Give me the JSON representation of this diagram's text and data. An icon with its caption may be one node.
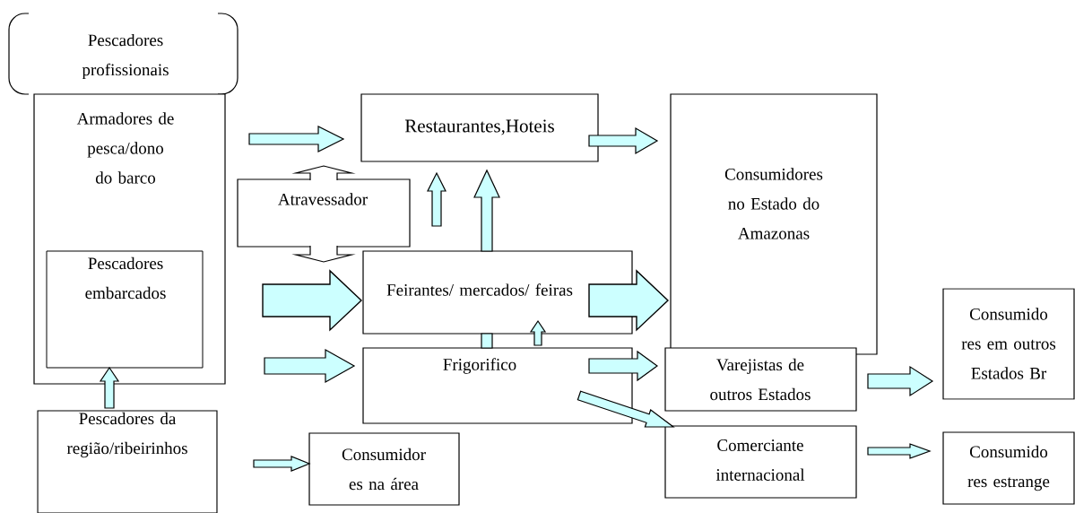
{
  "diagram": {
    "nodes": [
      {
        "text": [
          "Pescadores profissionais"
        ]
      },
      {
        "text": [
          "Armadores de pesca/dono do barco"
        ]
      },
      {
        "text": [
          "Pescadores embarcados"
        ],
        "in": 1
      },
      {
        "text": [
          "Restaurantes,Hoteis"
        ]
      },
      {
        "text": [
          "Consumidores no Estado do Amazonas"
        ]
      },
      {
        "text": [
          "Atravessador"
        ]
      },
      {
        "text": [
          "Feirantes/ mercados/ feiras"
        ]
      },
      {
        "text": [
          "Frigorifico"
        ]
      },
      {
        "text": [
          "Varejistas de outros Estados"
        ]
      },
      {
        "text": [
          "Comerciante internacional"
        ]
      },
      {
        "text": [
          "Consumido res em outros Estados Br"
        ]
      },
      {
        "text": [
          "Consumido res estrange"
        ]
      },
      {
        "text": [
          "Pescadores da região/ribeirinhos"
        ]
      },
      {
        "text": [
          "Consumidor es na área"
        ]
      }
    ],
    "edges": [
      {
        "from": 1,
        "to": 3,
        "arrow": "to"
      },
      {
        "from": 3,
        "to": 4,
        "arrow": "to"
      },
      {
        "from": 6,
        "to": 3,
        "arrow": "to"
      },
      {
        "from": 6,
        "to": 3,
        "arrow": "to"
      },
      {
        "from": 7,
        "to": 6,
        "arrow": "none"
      },
      {
        "from": 1,
        "to": 6,
        "arrow": "to",
        "style": "thick"
      },
      {
        "from": 6,
        "to": 4,
        "arrow": "to",
        "style": "thick"
      },
      {
        "from": 7,
        "to": 6,
        "arrow": "to"
      },
      {
        "from": 1,
        "to": 7,
        "arrow": "to"
      },
      {
        "from": 7,
        "to": 8,
        "arrow": "to"
      },
      {
        "from": 7,
        "to": 9,
        "arrow": "to"
      },
      {
        "from": 8,
        "to": 10,
        "arrow": "to"
      },
      {
        "from": 9,
        "to": 11,
        "arrow": "to"
      },
      {
        "from": 12,
        "to": 2,
        "arrow": "to"
      },
      {
        "from": 12,
        "to": 13,
        "arrow": "to"
      }
    ]
  }
}
